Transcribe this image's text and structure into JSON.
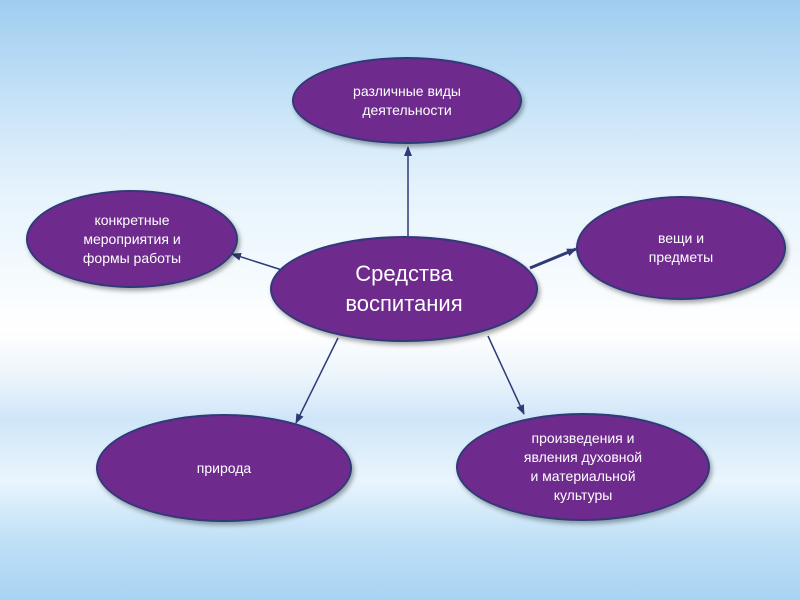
{
  "diagram": {
    "center": "Средства\nвоспитания",
    "nodes": {
      "activities": "различные виды\nдеятельности",
      "events": "конкретные\nмероприятия и\nформы работы",
      "things": "вещи и\nпредметы",
      "nature": "природа",
      "culture": "произведения и\nявления духовной\nи материальной\nкультуры"
    }
  },
  "colors": {
    "node_fill": "#6f2a8d",
    "node_border": "#2f3a78",
    "arrow": "#2f3a78"
  }
}
